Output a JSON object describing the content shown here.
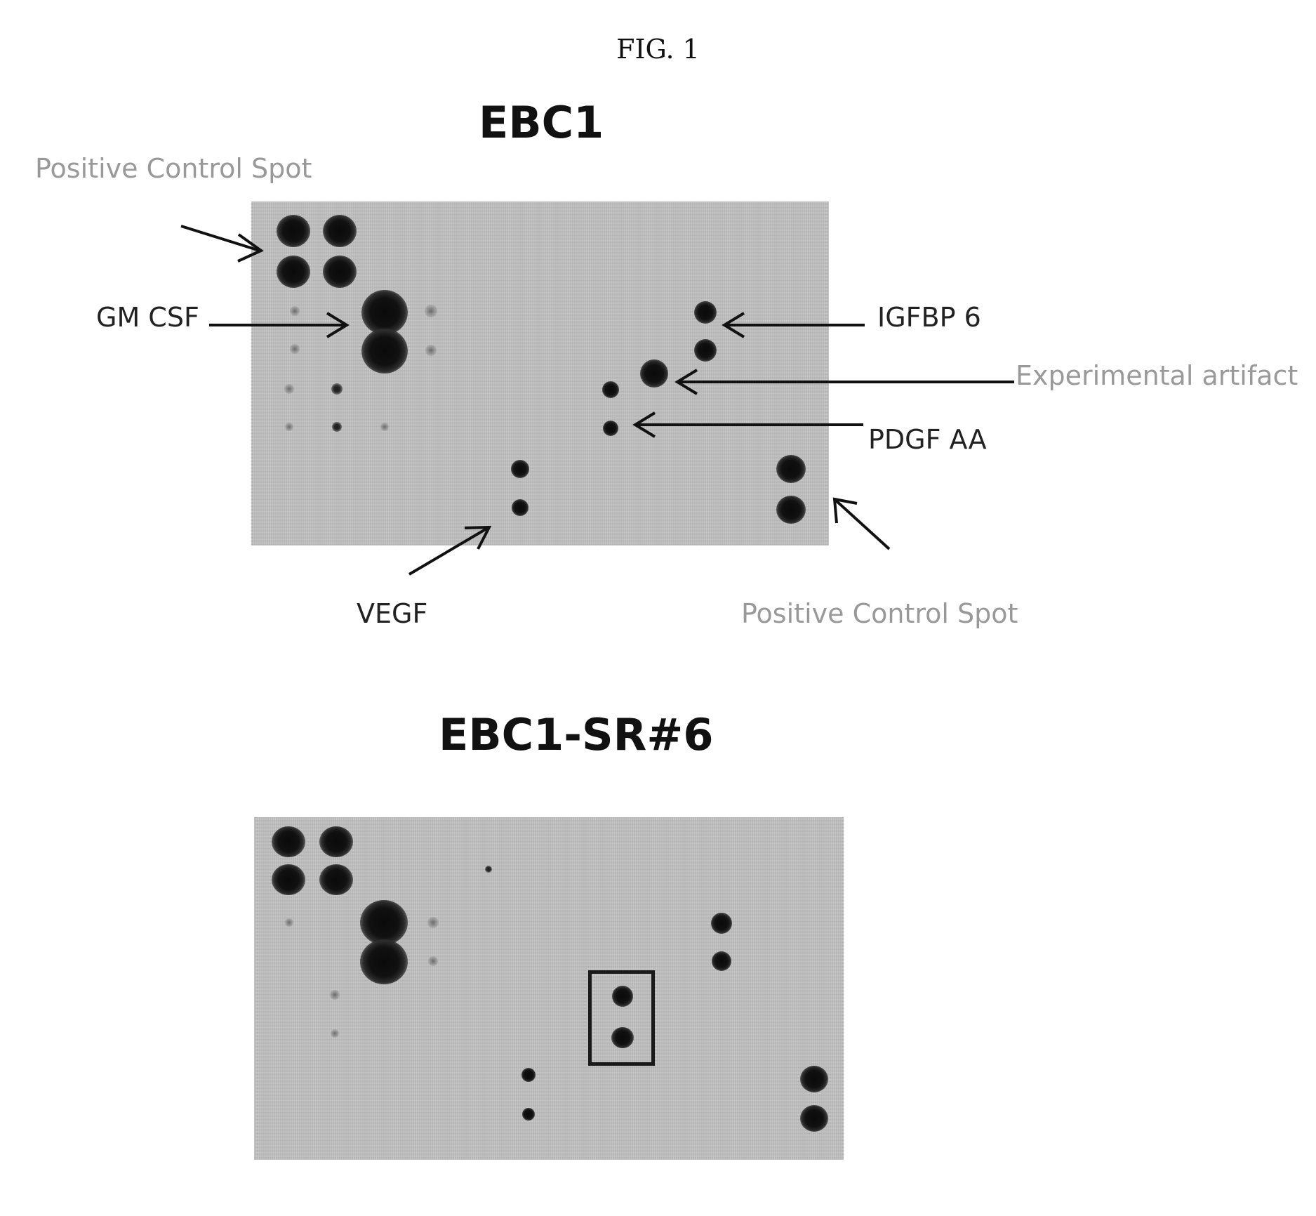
{
  "figure_label": "FIG. 1",
  "panel_top": {
    "title": "EBC1",
    "labels": {
      "positive_control_top": "Positive Control Spot",
      "gm_csf": "GM CSF",
      "igfbp6": "IGFBP 6",
      "experimental_artifact": "Experimental artifact",
      "pdgf_aa": "PDGF AA",
      "vegf": "VEGF",
      "positive_control_bottom": "Positive Control Spot"
    }
  },
  "panel_bottom": {
    "title": "EBC1-SR#6"
  }
}
